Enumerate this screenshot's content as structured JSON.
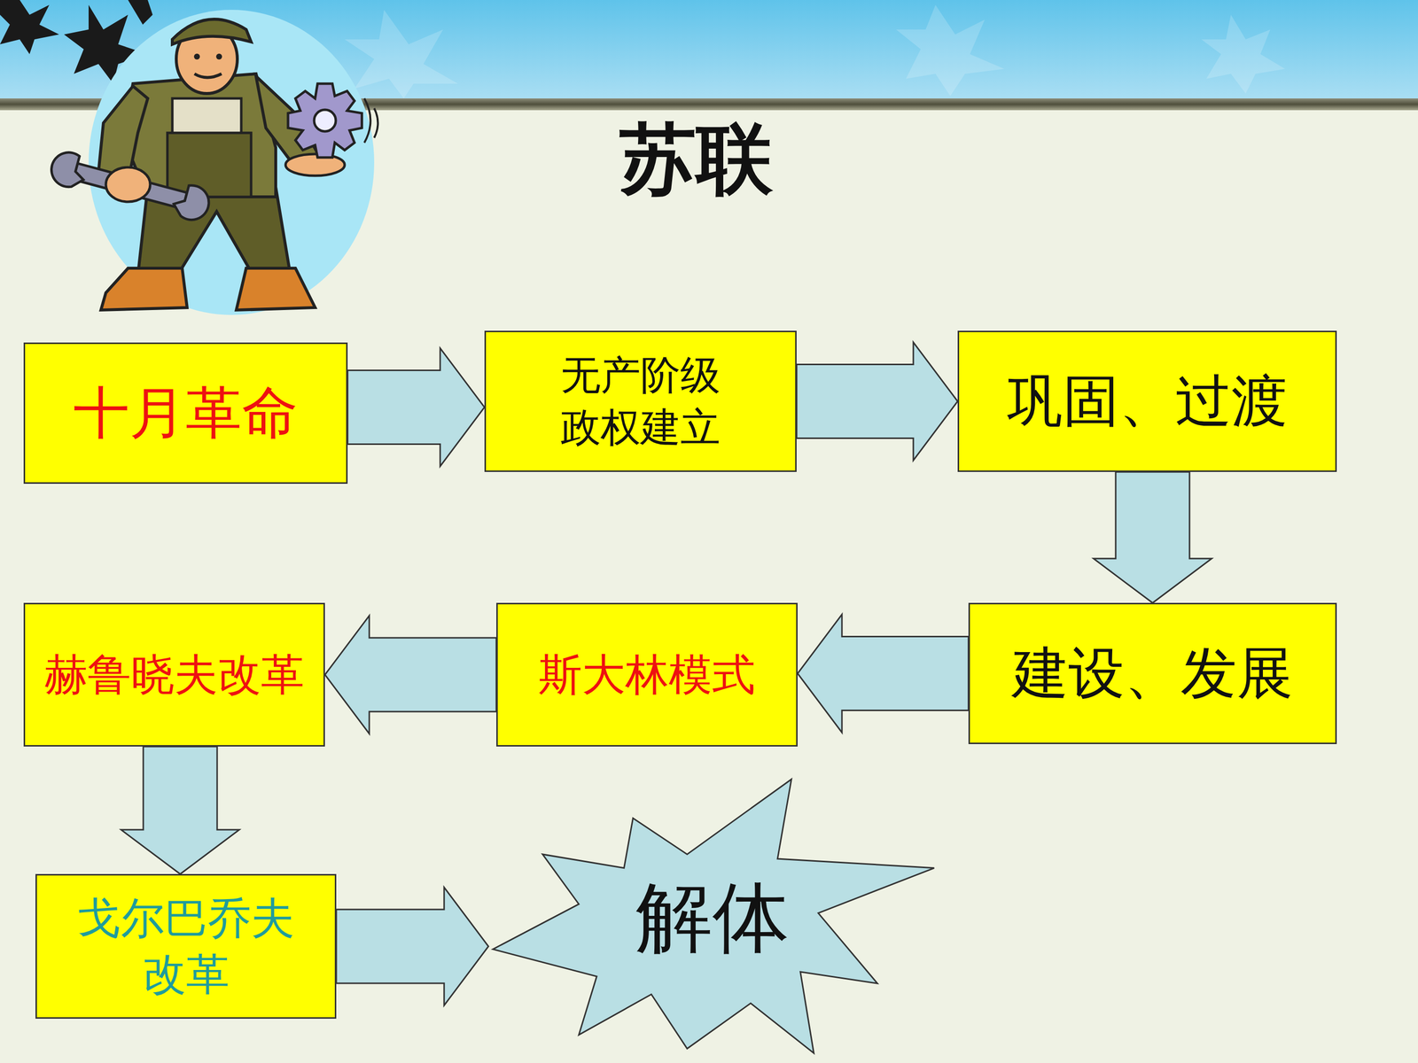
{
  "diagram": {
    "title": "苏联",
    "nodes": [
      {
        "text": [
          "十月革命"
        ]
      },
      {
        "text": [
          "无产阶级 政权建立"
        ]
      },
      {
        "text": [
          "巩固、过渡"
        ]
      },
      {
        "text": [
          "建设、发展"
        ]
      },
      {
        "text": [
          "斯大林模式"
        ]
      },
      {
        "text": [
          "赫鲁晓夫改革"
        ]
      },
      {
        "text": [
          "戈尔巴乔夫 改革"
        ]
      },
      {
        "text": [
          "解体"
        ]
      }
    ],
    "edges": [
      {
        "from": 0,
        "to": 1,
        "arrow": "to"
      },
      {
        "from": 1,
        "to": 2,
        "arrow": "to"
      },
      {
        "from": 2,
        "to": 3,
        "arrow": "to"
      },
      {
        "from": 3,
        "to": 4,
        "arrow": "to"
      },
      {
        "from": 4,
        "to": 5,
        "arrow": "to"
      },
      {
        "from": 5,
        "to": 6,
        "arrow": "to"
      },
      {
        "from": 6,
        "to": 7,
        "arrow": "to"
      }
    ]
  }
}
